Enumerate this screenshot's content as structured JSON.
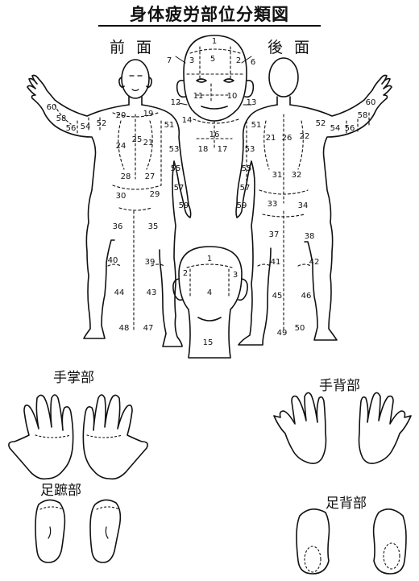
{
  "title": "身体疲労部位分類図",
  "sections": {
    "front": "前面",
    "back": "後面",
    "palm": "手掌部",
    "sole": "足蹠部",
    "hand_back": "手背部",
    "foot_back": "足背部"
  },
  "region_numbers": {
    "face": [
      "1",
      "2",
      "3",
      "5",
      "6",
      "7",
      "10",
      "11",
      "12",
      "13",
      "14",
      "16",
      "17",
      "18"
    ],
    "front_body": [
      "60",
      "58",
      "56",
      "54",
      "52",
      "19",
      "20",
      "24",
      "25",
      "21",
      "51",
      "53",
      "55",
      "57",
      "59",
      "27",
      "28",
      "30",
      "29",
      "36",
      "35",
      "40",
      "39",
      "44",
      "43",
      "48",
      "47"
    ],
    "back_body": [
      "51",
      "53",
      "55",
      "57",
      "59",
      "21",
      "26",
      "22",
      "52",
      "54",
      "56",
      "58",
      "60",
      "31",
      "32",
      "33",
      "34",
      "37",
      "38",
      "41",
      "42",
      "45",
      "46",
      "49",
      "50"
    ],
    "head_back": [
      "1",
      "2",
      "3",
      "4",
      "15"
    ]
  },
  "colors": {
    "ink": "#111111",
    "paper": "#ffffff"
  }
}
